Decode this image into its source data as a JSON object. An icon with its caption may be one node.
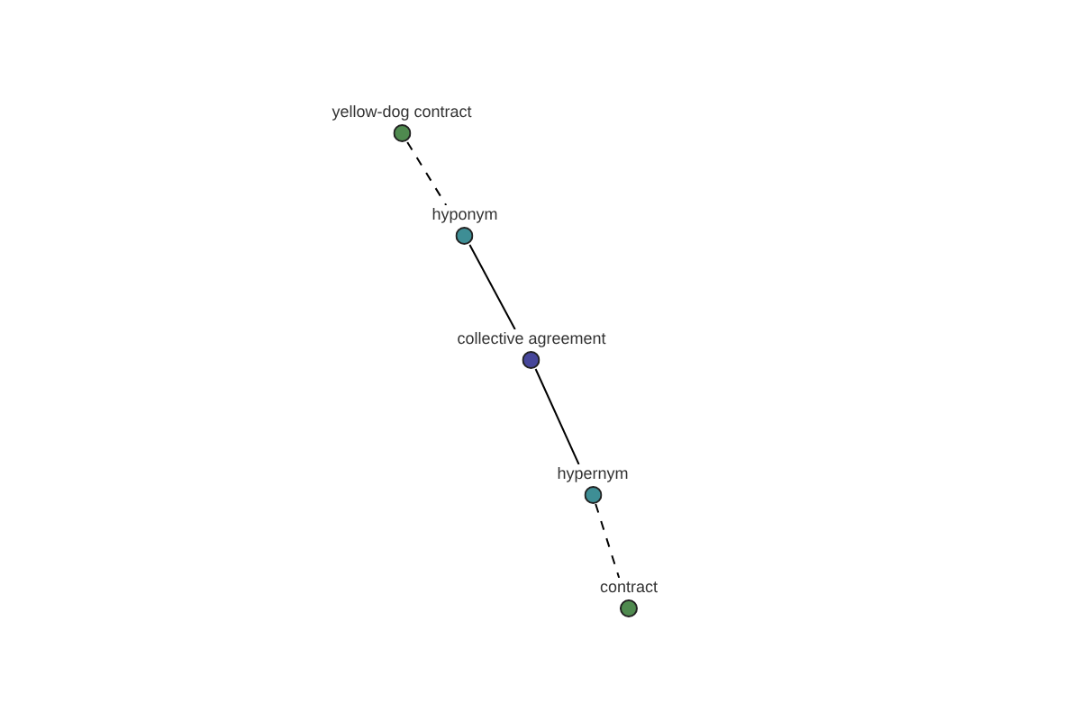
{
  "diagram": {
    "nodes": [
      {
        "text": [
          "yellow-dog contract"
        ]
      },
      {
        "text": [
          "hyponym"
        ]
      },
      {
        "text": [
          "collective agreement"
        ]
      },
      {
        "text": [
          "hypernym"
        ]
      },
      {
        "text": [
          "contract"
        ]
      }
    ],
    "edges": [
      {
        "from": 0,
        "to": 1,
        "arrow": "none",
        "style": "dashed"
      },
      {
        "from": 1,
        "to": 2,
        "arrow": "none"
      },
      {
        "from": 2,
        "to": 3,
        "arrow": "none"
      },
      {
        "from": 3,
        "to": 4,
        "arrow": "none",
        "style": "dashed"
      }
    ]
  }
}
